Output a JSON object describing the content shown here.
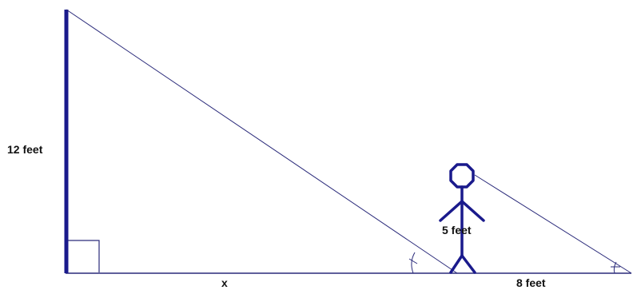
{
  "labels": {
    "pole_height": "12 feet",
    "person_height": "5 feet",
    "distance_unknown": "x",
    "shadow_length": "8 feet"
  },
  "colors": {
    "structure": "#1a1a8c",
    "line": "#2a2a7a",
    "text": "#111111"
  }
}
